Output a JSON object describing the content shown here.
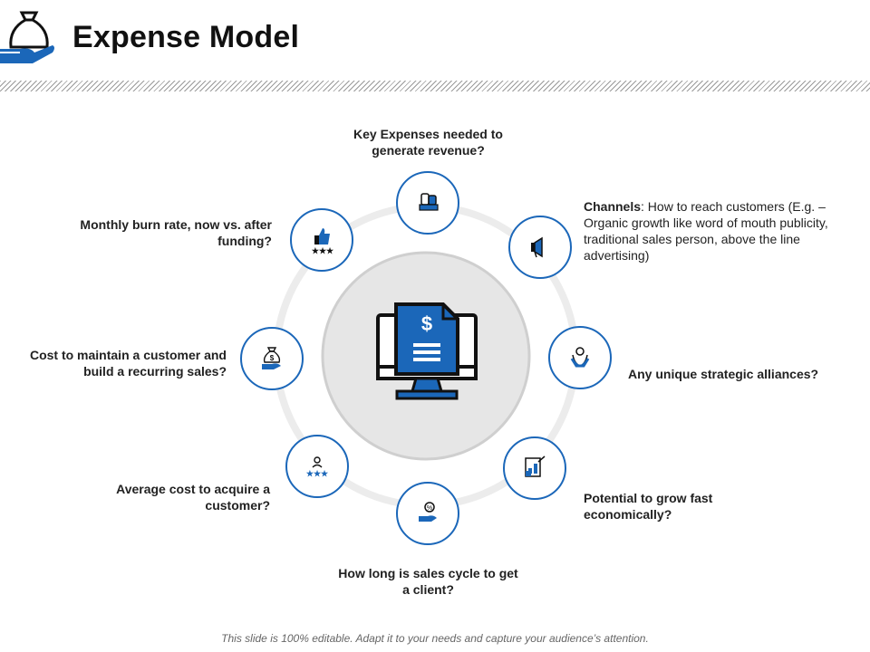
{
  "slide": {
    "title": "Expense Model",
    "footer": "This slide is 100% editable. Adapt it to your needs and capture your audience’s attention."
  },
  "colors": {
    "accent": "#1b67b9",
    "ring": "#e9e9e9",
    "center_fill": "#e6e6e6",
    "dark": "#111111"
  },
  "nodes": [
    {
      "id": "key-expenses",
      "icon": "money-bag-icon",
      "text": "Key Expenses needed to generate revenue?"
    },
    {
      "id": "channels",
      "icon": "megaphone-icon",
      "lead": "Channels",
      "text": ": How to reach customers (E.g. – Organic growth like word of mouth publicity, traditional  sales person, above the line advertising)"
    },
    {
      "id": "alliances",
      "icon": "handshake-icon",
      "text": "Any  unique strategic alliances?"
    },
    {
      "id": "grow-fast",
      "icon": "growth-chart-icon",
      "text": "Potential to grow fast economically?"
    },
    {
      "id": "sales-cycle",
      "icon": "percent-hand-icon",
      "text": "How long is sales cycle to get a client?"
    },
    {
      "id": "acquire-cost",
      "icon": "customer-group-icon",
      "text": "Average cost to acquire a customer?"
    },
    {
      "id": "maintain-cost",
      "icon": "dollar-bag-hand-icon",
      "text": "Cost to maintain  a customer and build a recurring sales?"
    },
    {
      "id": "burn-rate",
      "icon": "thumbs-up-rating-icon",
      "text": "Monthly burn rate, now vs. after funding?"
    }
  ],
  "center": {
    "icon": "monitor-invoice-icon"
  }
}
